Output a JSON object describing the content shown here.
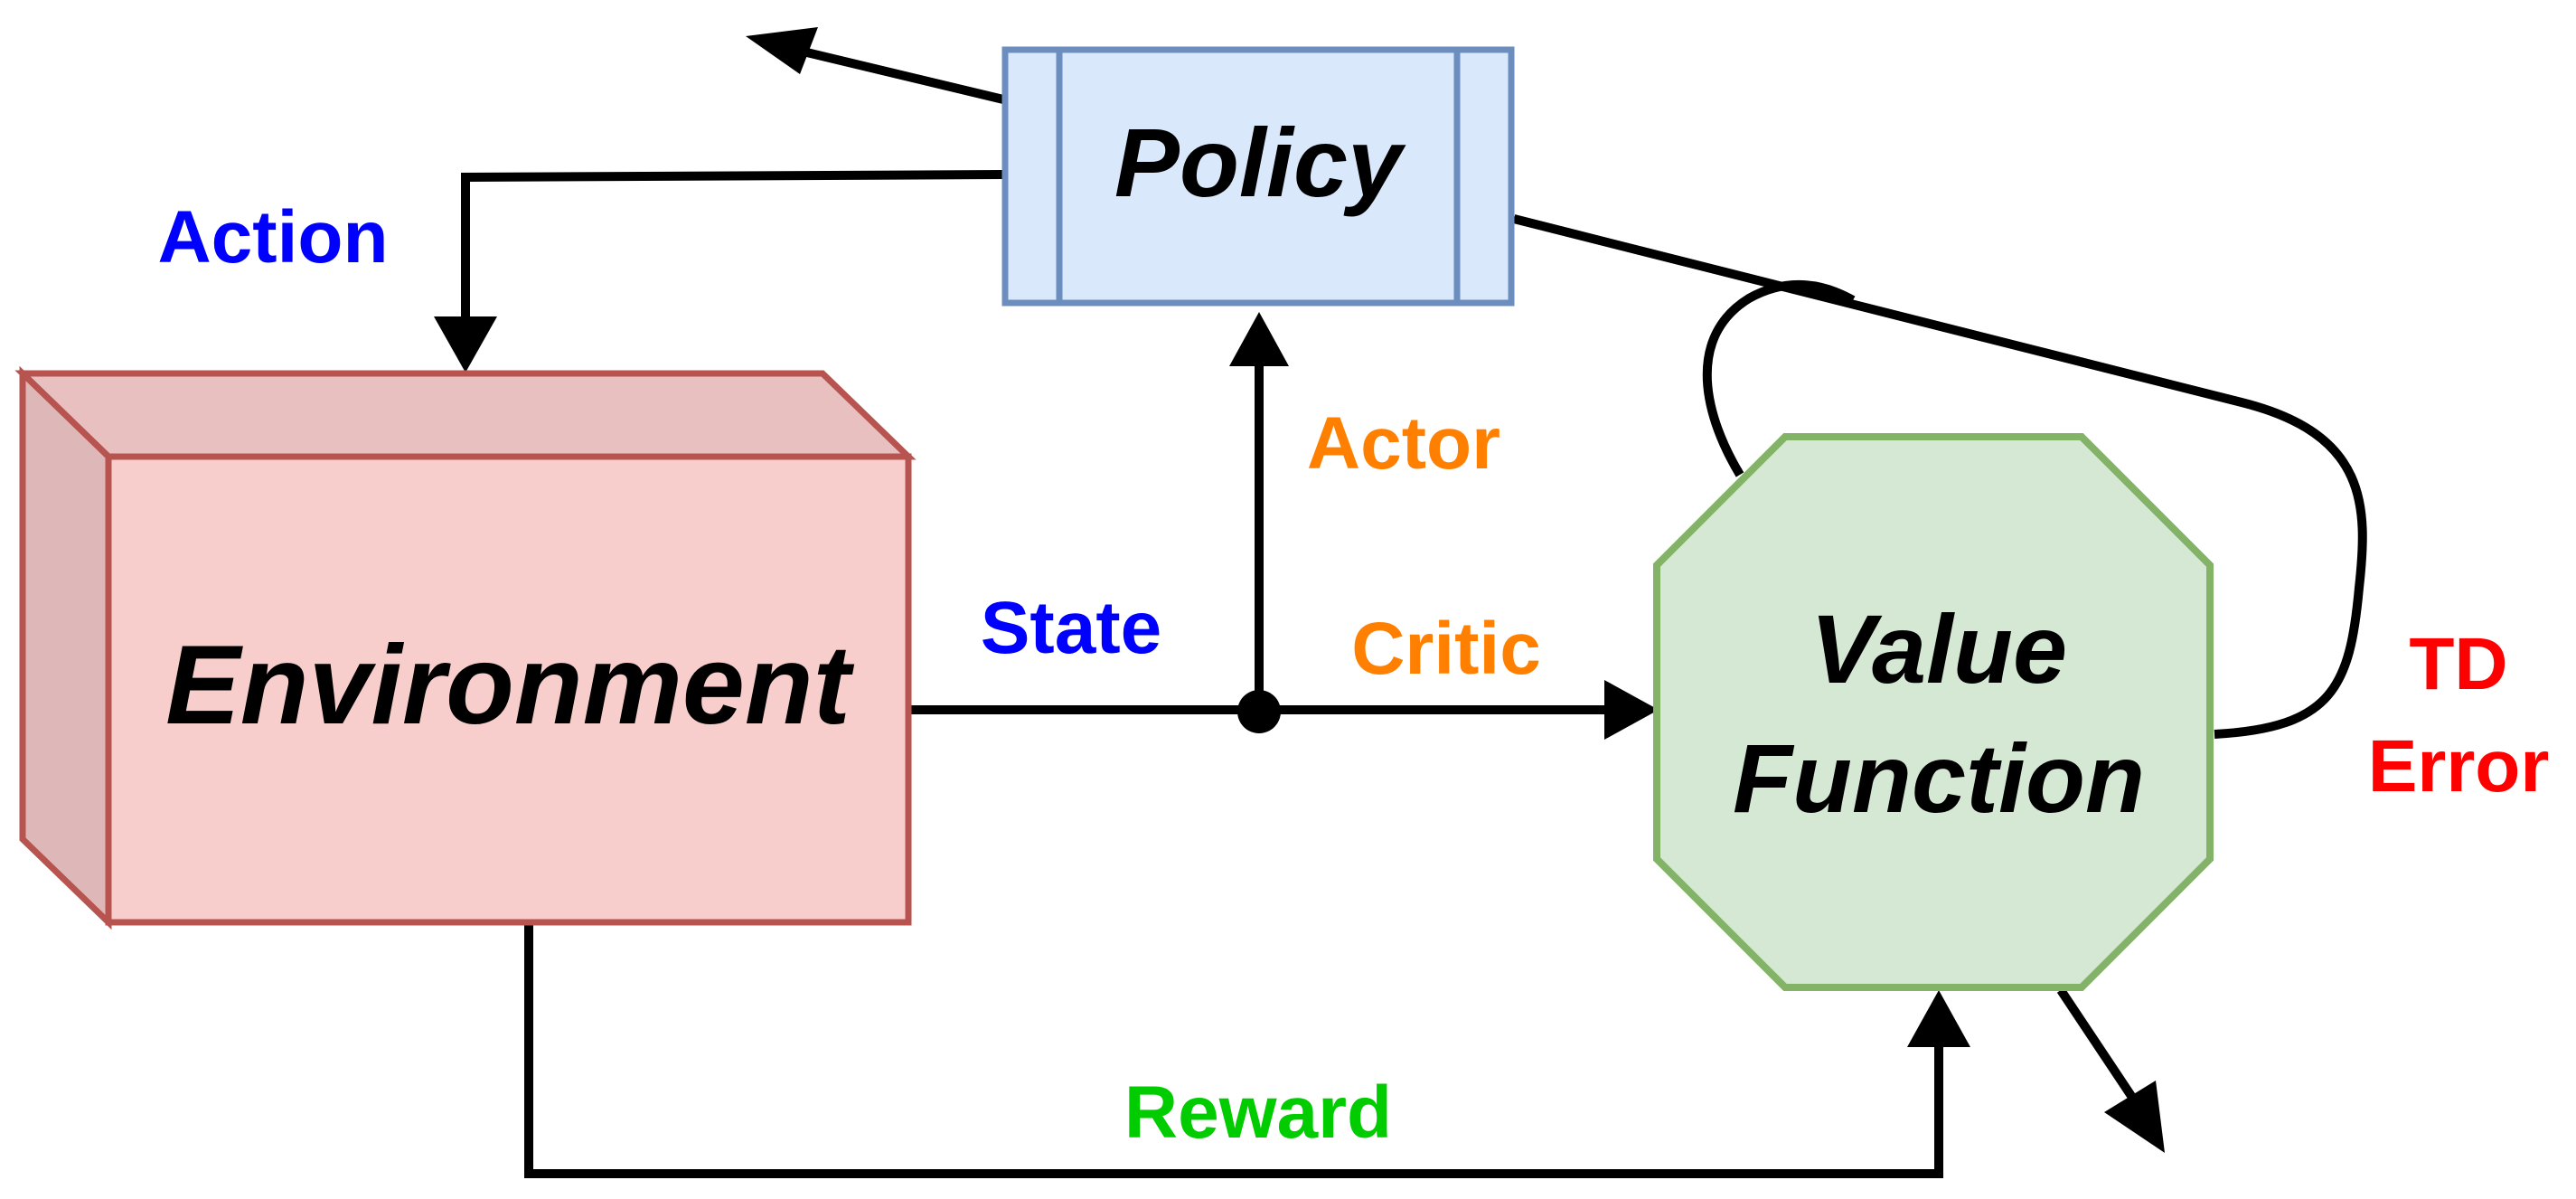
{
  "nodes": {
    "policy": {
      "label": "Policy",
      "fill": "#dae8fc",
      "stroke": "#6c8ebf"
    },
    "environment": {
      "label": "Environment",
      "fill": "#f8cecc",
      "stroke": "#b85450",
      "side_fill": "#deb8b8",
      "top_fill": "#e9c0c0"
    },
    "value_function": {
      "label_line1": "Value",
      "label_line2": "Function",
      "fill": "#d5e8d4",
      "stroke": "#82b366"
    }
  },
  "edges": {
    "action": {
      "label": "Action",
      "color": "#0000ff"
    },
    "state": {
      "label": "State",
      "color": "#0000ff"
    },
    "actor": {
      "label": "Actor",
      "color": "#ff8000"
    },
    "critic": {
      "label": "Critic",
      "color": "#ff8000"
    },
    "reward": {
      "label": "Reward",
      "color": "#00cc00"
    },
    "td_error": {
      "label_line1": "TD",
      "label_line2": "Error",
      "color": "#ff0000"
    }
  }
}
